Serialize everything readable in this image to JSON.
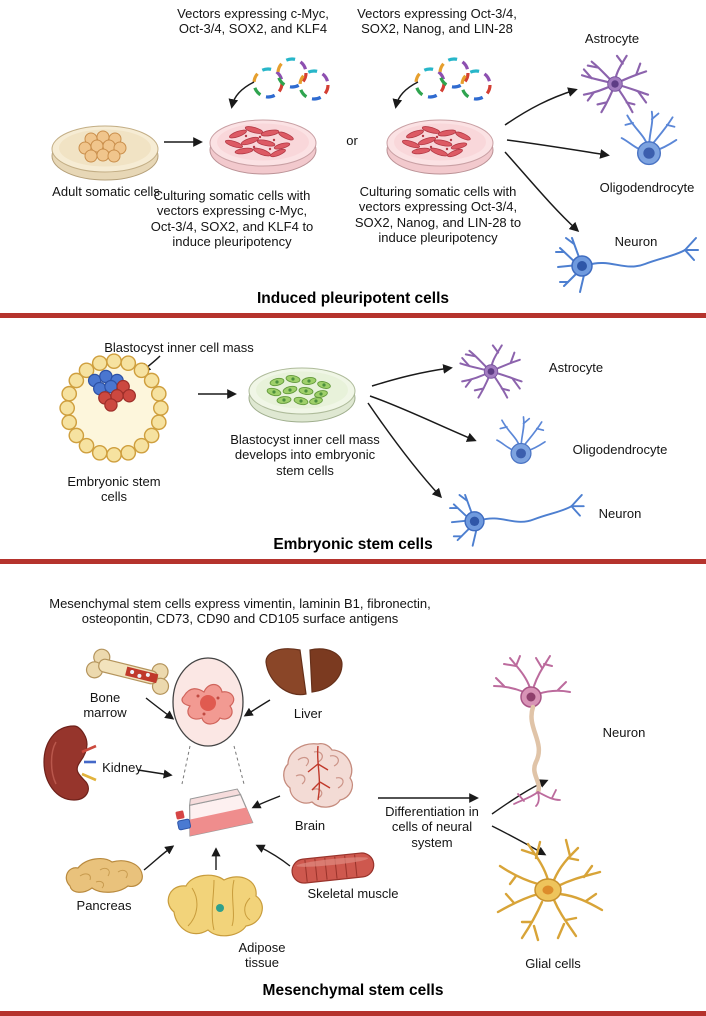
{
  "colors": {
    "divider_red": "#b5332d",
    "background": "#ffffff"
  },
  "ips": {
    "title": "Induced pleuripotent cells",
    "vector_label_left": "Vectors expressing  c-Myc, Oct-3/4, SOX2, and KLF4",
    "vector_label_right": "Vectors expressing Oct-3/4, SOX2, Nanog, and LIN-28",
    "adult_somatic_label": "Adult somatic cells",
    "or_label": "or",
    "culture_left_label": "Culturing somatic cells with vectors expressing  c-Myc, Oct-3/4, SOX2, and KLF4 to induce pleuripotency",
    "culture_right_label": "Culturing somatic cells with vectors expressing Oct-3/4, SOX2, Nanog, and LIN-28 to induce pleuripotency",
    "astrocyte_label": "Astrocyte",
    "oligodendrocyte_label": "Oligodendrocyte",
    "neuron_label": "Neuron"
  },
  "esc": {
    "title": "Embryonic stem cells",
    "blastocyst_label": "Blastocyst inner cell mass",
    "embryonic_label": "Embryonic stem cells",
    "develop_label": "Blastocyst inner cell mass develops into embryonic stem cells",
    "astrocyte_label": "Astrocyte",
    "oligodendrocyte_label": "Oligodendrocyte",
    "neuron_label": "Neuron"
  },
  "msc": {
    "title": "Mesenchymal stem cells",
    "antigen_label": "Mesenchymal stem cells express vimentin, laminin B1, fibronectin,  osteopontin, CD73, CD90 and CD105 surface antigens",
    "bone_marrow_label": "Bone marrow",
    "liver_label": "Liver",
    "kidney_label": "Kidney",
    "brain_label": "Brain",
    "pancreas_label": "Pancreas",
    "adipose_label": "Adipose tissue",
    "muscle_label": "Skeletal muscle",
    "differentiation_label": "Differentiation in cells of neural system",
    "neuron_label": "Neuron",
    "glial_label": "Glial cells"
  }
}
